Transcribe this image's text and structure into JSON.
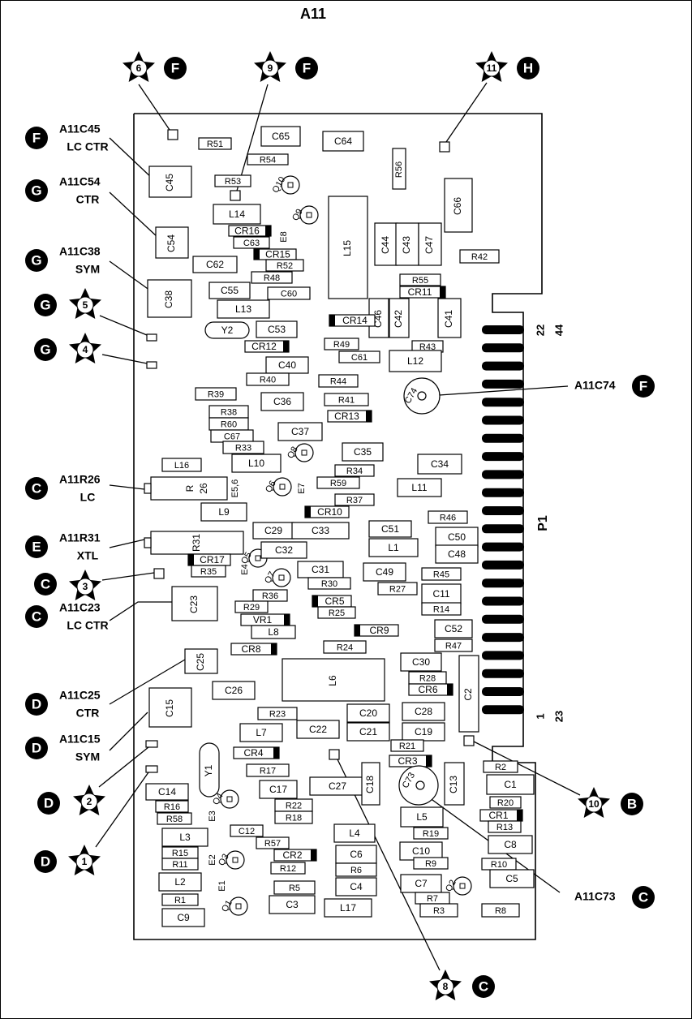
{
  "title": "A11",
  "connector": {
    "name": "P1",
    "pins_top": [
      "22",
      "44"
    ],
    "pins_bottom": [
      "1",
      "23"
    ]
  },
  "callouts": [
    {
      "text": "A11C45",
      "sub": "LC CTR",
      "letter": "F"
    },
    {
      "text": "A11C54",
      "sub": "CTR",
      "letter": "G"
    },
    {
      "text": "A11C38",
      "sub": "SYM",
      "letter": "G"
    },
    {
      "text": "A11R26",
      "sub": "LC",
      "letter": "C"
    },
    {
      "text": "A11R31",
      "sub": "XTL",
      "letter": "E"
    },
    {
      "text": "A11C23",
      "sub": "LC CTR",
      "letter": "C"
    },
    {
      "text": "A11C25",
      "sub": "CTR",
      "letter": "D"
    },
    {
      "text": "A11C15",
      "sub": "SYM",
      "letter": "D"
    },
    {
      "text": "A11C74",
      "letter": "F"
    },
    {
      "text": "A11C73",
      "letter": "C"
    }
  ],
  "test_points": [
    {
      "num": "6",
      "letter": "F"
    },
    {
      "num": "9",
      "letter": "F"
    },
    {
      "num": "11",
      "letter": "H"
    },
    {
      "num": "5",
      "letter": "G"
    },
    {
      "num": "4",
      "letter": "G"
    },
    {
      "num": "3",
      "letter": "C"
    },
    {
      "num": "2",
      "letter": "D"
    },
    {
      "num": "1",
      "letter": "D"
    },
    {
      "num": "10",
      "letter": "B"
    },
    {
      "num": "8",
      "letter": "C"
    }
  ],
  "components": {
    "R51": "R51",
    "C65": "C65",
    "C64": "C64",
    "R54": "R54",
    "R56": "R56",
    "C45": "C45",
    "R53": "R53",
    "Q10": "Q10",
    "C66": "C66",
    "Q9": "Q9",
    "L14": "L14",
    "CR16": "CR16",
    "C63": "C63",
    "E8": "E8",
    "L15": "L15",
    "C44": "C44",
    "C43": "C43",
    "C47": "C47",
    "C54": "C54",
    "CR15": "CR15",
    "R52": "R52",
    "R42": "R42",
    "C62": "C62",
    "R48": "R48",
    "R55": "R55",
    "C38": "C38",
    "C55": "C55",
    "C60": "C60",
    "CR11": "CR11",
    "L13": "L13",
    "C46": "C46",
    "C42": "C42",
    "C41": "C41",
    "CR14": "CR14",
    "Y2": "Y2",
    "C53": "C53",
    "R49": "R49",
    "R43": "R43",
    "CR12": "CR12",
    "C61": "C61",
    "L12": "L12",
    "C40": "C40",
    "R40": "R40",
    "R44": "R44",
    "R39": "R39",
    "C36": "C36",
    "R41": "R41",
    "C74": "C74",
    "R38": "R38",
    "CR13": "CR13",
    "R60": "R60",
    "C37": "C37",
    "C67": "C67",
    "R33": "R33",
    "Q8": "Q8",
    "C35": "C35",
    "L16": "L16",
    "L10": "L10",
    "C34": "C34",
    "R34": "R34",
    "R26": "R",
    "R26b": "26",
    "E56": "E5,6",
    "Q6": "Q6",
    "E7": "E7",
    "R59": "R59",
    "L11": "L11",
    "R37": "R37",
    "L9": "L9",
    "CR10": "CR10",
    "R46": "R46",
    "C29": "C29",
    "C33": "C33",
    "C51": "C51",
    "C50": "C50",
    "R31": "R31",
    "L1": "L1",
    "C48": "C48",
    "CR17": "CR17",
    "Q5": "Q5",
    "C32": "C32",
    "R35": "R35",
    "E4": "E4",
    "C31": "C31",
    "C49": "C49",
    "R45": "R45",
    "Q7": "Q7",
    "R30": "R30",
    "R27": "R27",
    "C11": "C11",
    "C23": "C23",
    "R36": "R36",
    "CR5": "CR5",
    "R29": "R29",
    "R14": "R14",
    "R25": "R25",
    "VR1": "VR1",
    "C52": "C52",
    "L8": "L8",
    "CR9": "CR9",
    "R47": "R47",
    "R24": "R24",
    "CR8": "CR8",
    "C30": "C30",
    "C25": "C25",
    "L6": "L6",
    "R28": "R28",
    "CR6": "CR6",
    "C2": "C2",
    "C26": "C26",
    "C15": "C15",
    "R23": "R23",
    "C20": "C20",
    "C28": "C28",
    "C22": "C22",
    "L7": "L7",
    "C21": "C21",
    "C19": "C19",
    "R21": "R21",
    "CR4": "CR4",
    "Y1": "Y1",
    "CR3": "CR3",
    "R2": "R2",
    "R17": "R17",
    "C17": "C17",
    "C27": "C27",
    "C18": "C18",
    "C73": "C73",
    "C13": "C13",
    "C1": "C1",
    "C14": "C14",
    "Q4": "Q4",
    "R22": "R22",
    "R20": "R20",
    "R16": "R16",
    "E3": "E3",
    "R18": "R18",
    "L5": "L5",
    "CR1": "CR1",
    "R58": "R58",
    "R13": "R13",
    "C12": "C12",
    "L4": "L4",
    "R19": "R19",
    "L3": "L3",
    "R57": "R57",
    "C8": "C8",
    "R15": "R15",
    "E2": "E2",
    "Q3": "Q3",
    "CR2": "CR2",
    "C6": "C6",
    "C10": "C10",
    "R11": "R11",
    "R12": "R12",
    "R6": "R6",
    "R9": "R9",
    "R10": "R10",
    "L2": "L2",
    "E1": "E1",
    "R5": "R5",
    "C4": "C4",
    "C7": "C7",
    "C5": "C5",
    "Q2": "Q2",
    "R1": "R1",
    "Q1": "Q1",
    "C3": "C3",
    "L17": "L17",
    "R7": "R7",
    "C9": "C9",
    "R3": "R3",
    "R8": "R8"
  }
}
